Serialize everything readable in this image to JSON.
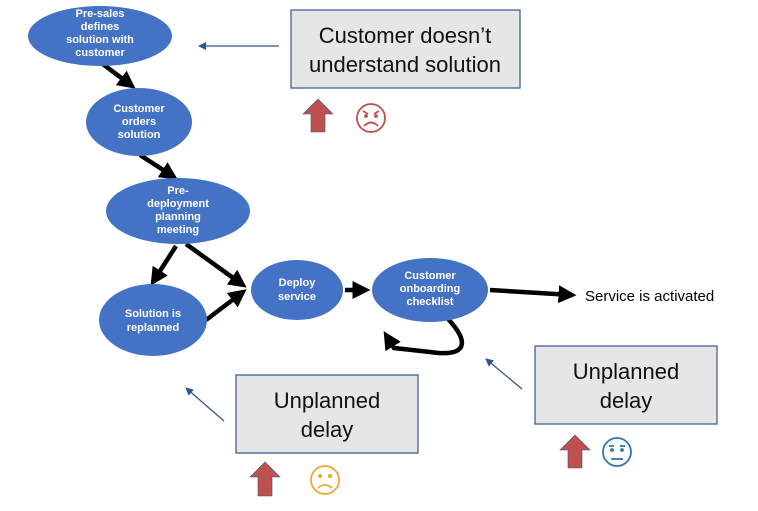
{
  "colors": {
    "node_fill": "#4472c4",
    "callout_fill": "#e7e6e6",
    "callout_border": "#2f5597",
    "up_arrow_fill": "#c0504d",
    "sad_face": "#c0504d",
    "frown_face": "#f0a830",
    "neutral_face": "#2e75b6"
  },
  "nodes": {
    "presales": [
      "Pre-sales",
      "defines",
      "solution with",
      "customer"
    ],
    "orders": [
      "Customer",
      "orders",
      "solution"
    ],
    "planning": [
      "Pre-",
      "deployment",
      "planning",
      "meeting"
    ],
    "replanned": [
      "Solution is",
      "replanned"
    ],
    "deploy": [
      "Deploy",
      "service"
    ],
    "onboarding": [
      "Customer",
      "onboarding",
      "checklist"
    ]
  },
  "end_label": "Service is activated",
  "callouts": {
    "top": [
      "Customer doesn’t",
      "understand solution"
    ],
    "left": [
      "Unplanned",
      "delay"
    ],
    "right": [
      "Unplanned",
      "delay"
    ]
  },
  "icons": {
    "top": [
      "up-arrow-icon",
      "sad-face-icon"
    ],
    "left": [
      "up-arrow-icon",
      "frown-face-icon"
    ],
    "right": [
      "up-arrow-icon",
      "neutral-face-icon"
    ]
  }
}
